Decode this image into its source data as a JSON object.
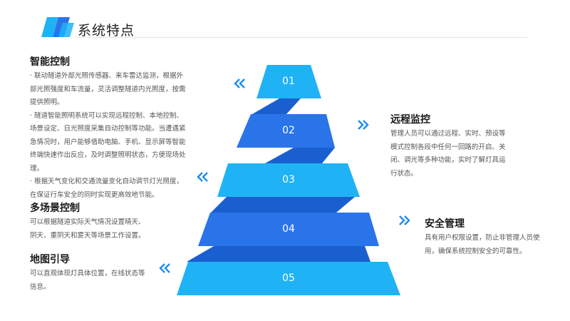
{
  "page": {
    "title": "系统特点"
  },
  "colors": {
    "light_blue": "#1fb3f5",
    "dark_blue": "#2a74ea",
    "title_line": "#e3e3e3"
  },
  "sections": {
    "smart": {
      "title": "智能控制",
      "lines": [
        "· 联动隧道外部光照传感器、来车雷达监测，根据外",
        "部光照强度和车流量，灵活调整隧道内光照度，按需",
        "提供照明。",
        "· 隧道智能照明系统可以实现远程控制、本地控制、",
        "场景设定、日光照度采集自动控制等功能。当遭遇紧",
        "急情况时，用户能够借助电脑、手机、显示屏等智能",
        "终端快速作出反应，及时调整照明状态，方便现场处",
        "理。",
        "· 根据天气变化和交通流量变化自动调节灯光照度，",
        "在保证行车安全的同时实现更高效地节能。"
      ]
    },
    "scenes": {
      "title": "多场景控制",
      "lines": [
        "可以根据隧道实际天气情况设置晴天、",
        "阴天、重阴天和雾天等场景工作设置。"
      ]
    },
    "map": {
      "title": "地图引导",
      "lines": [
        "可以直观体现灯具体位置，在线状态等",
        "信息。"
      ]
    },
    "remote": {
      "title": "远程监控",
      "lines": [
        "管理人员可以通过远程、实时、预设等",
        "模式控制各段中任何一回路的开启、关",
        "闭、调光等多种功能，实时了解灯具运",
        "行状态。"
      ]
    },
    "security": {
      "title": "安全管理",
      "lines": [
        "具有用户权限设置，防止非管理人员使",
        "用，确保系统控制安全的可靠性。"
      ]
    }
  },
  "pyramid": {
    "levels": [
      "01",
      "02",
      "03",
      "04",
      "05"
    ]
  },
  "chevron_icon": "double-chevron"
}
